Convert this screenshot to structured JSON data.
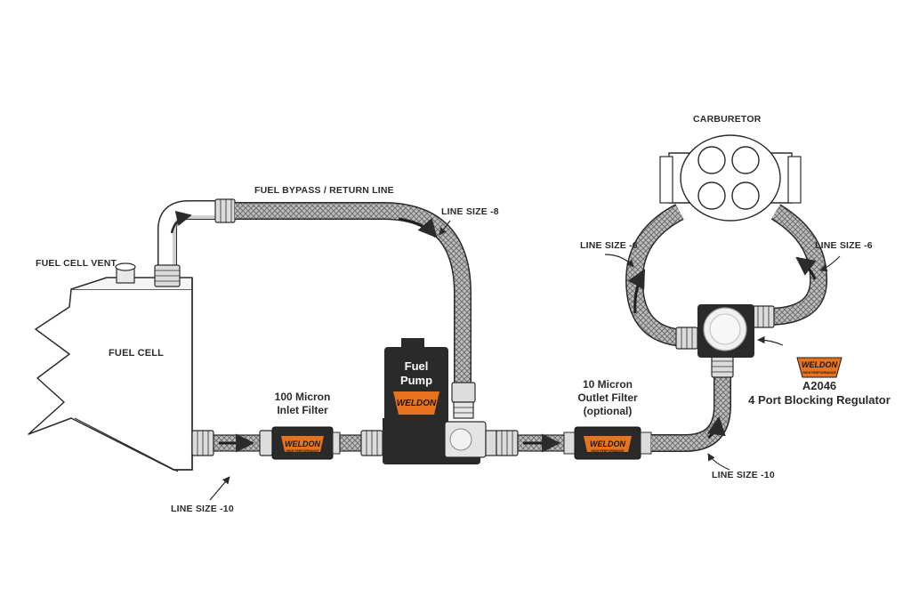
{
  "labels": {
    "carburetor": "CARBURETOR",
    "bypass": "FUEL BYPASS / RETURN LINE",
    "line_size_8": "LINE SIZE -8",
    "line_size_6_left": "LINE SIZE -6",
    "line_size_6_right": "LINE SIZE -6",
    "fuel_cell_vent": "FUEL CELL VENT",
    "fuel_cell": "FUEL CELL",
    "fuel_pump_line1": "Fuel",
    "fuel_pump_line2": "Pump",
    "inlet_filter_line1": "100 Micron",
    "inlet_filter_line2": "Inlet Filter",
    "outlet_filter_line1": "10 Micron",
    "outlet_filter_line2": "Outlet Filter",
    "outlet_filter_line3": "(optional)",
    "regulator_part": "A2046",
    "regulator_name": "4 Port Blocking Regulator",
    "line_size_10_left": "LINE SIZE -10",
    "line_size_10_right": "LINE SIZE -10"
  },
  "brand": {
    "name": "WELDON",
    "tagline": "HIGH PERFORMANCE"
  },
  "colors": {
    "ink": "#2b2b2b",
    "component": "#2a2a2a",
    "brand_orange": "#e8731e",
    "brand_dark": "#1a1a1a"
  }
}
